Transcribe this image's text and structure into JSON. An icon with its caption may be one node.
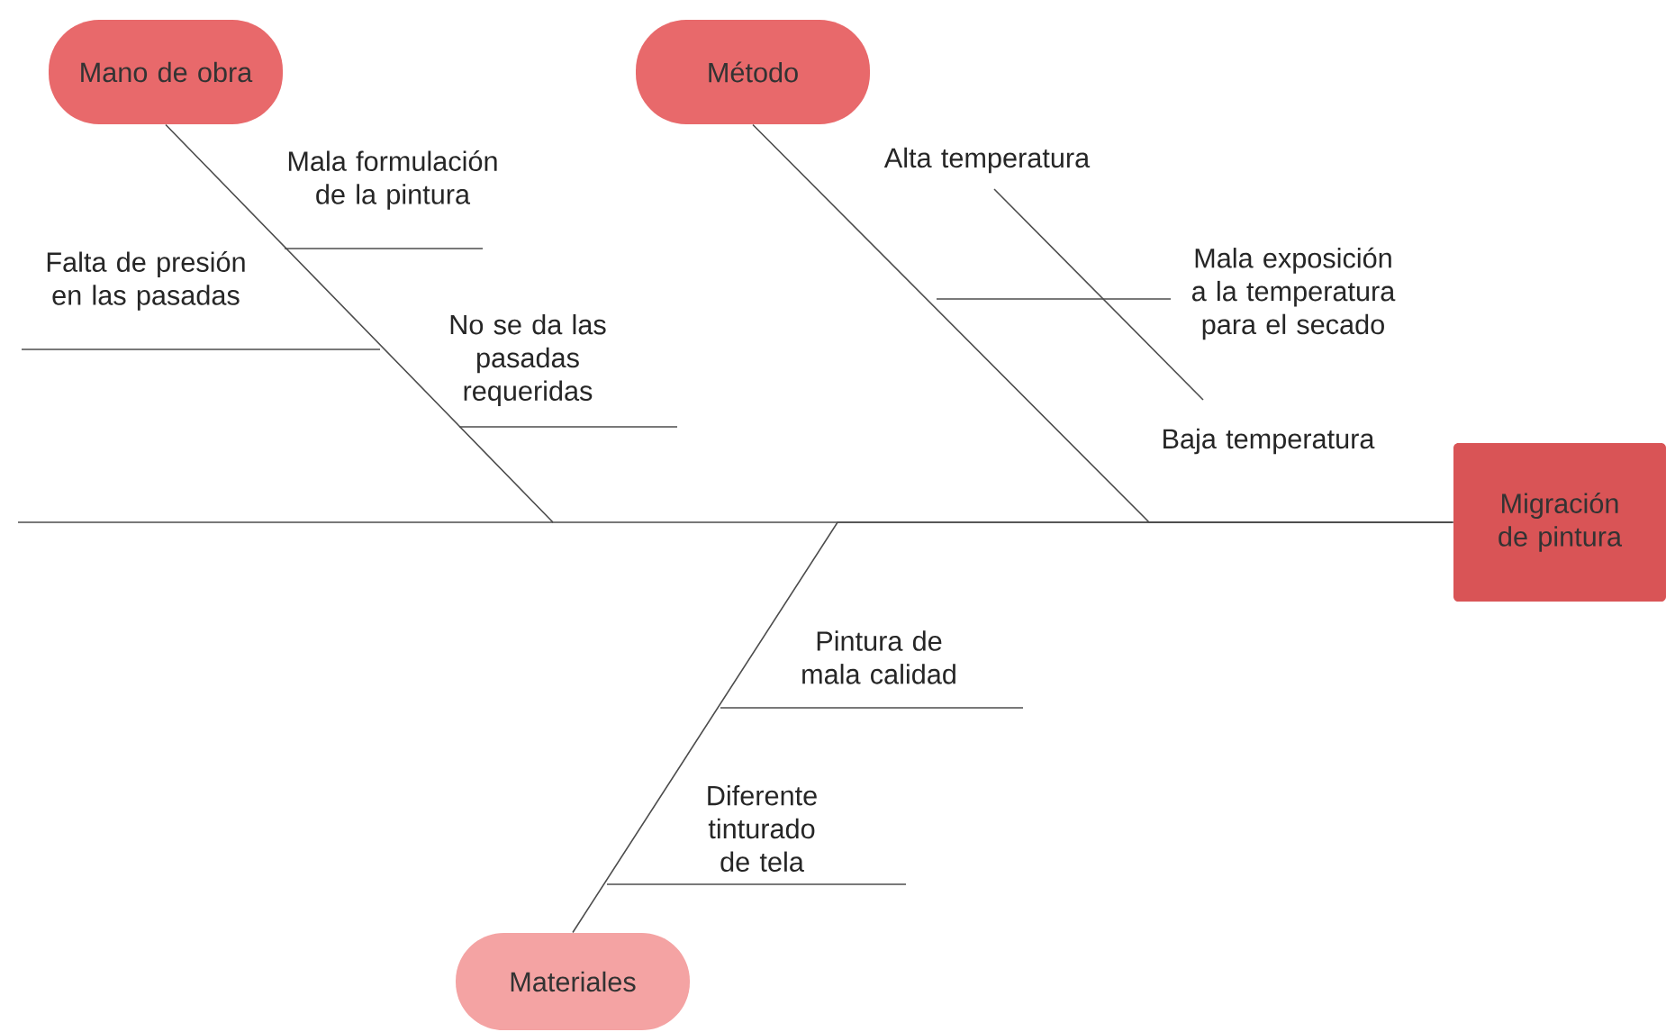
{
  "diagram": {
    "nodes": [
      {
        "text": [
          "Mano de obra"
        ]
      },
      {
        "text": [
          "Método"
        ]
      },
      {
        "text": [
          "Migración de pintura"
        ]
      },
      {
        "text": [
          "Materiales"
        ]
      }
    ],
    "edges": [
      {
        "from": 0,
        "to": 2,
        "arrow": "none"
      },
      {
        "from": 1,
        "to": 2,
        "arrow": "none"
      },
      {
        "from": 3,
        "to": 2,
        "arrow": "none"
      }
    ],
    "labels": [
      "Mala formulación de la pintura",
      "Alta temperatura",
      "Falta de presión en las pasadas",
      "Mala exposición a la temperatura para el secado",
      "No se da las pasadas requeridas",
      "Baja temperatura",
      "Pintura de mala calidad",
      "Diferente tinturado de tela"
    ]
  }
}
